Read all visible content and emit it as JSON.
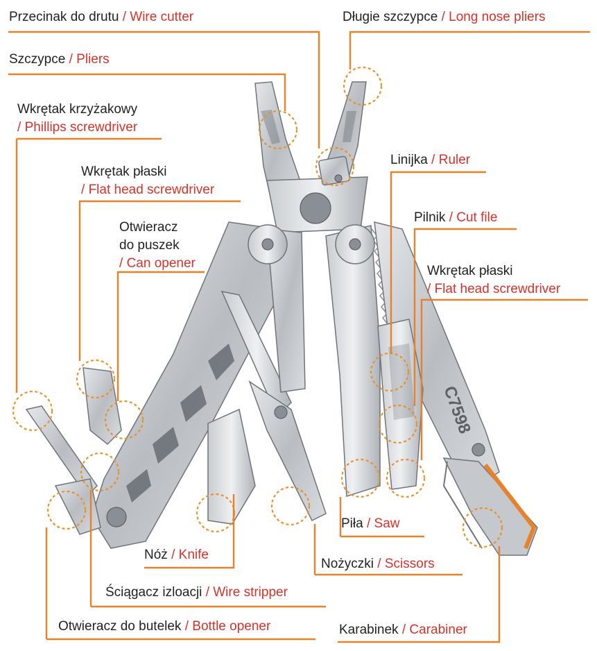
{
  "labels": {
    "wire_cutter": {
      "pl": "Przecinak do drutu",
      "en": "Wire cutter"
    },
    "long_nose": {
      "pl": "Długie szczypce",
      "en": "Long nose pliers"
    },
    "pliers": {
      "pl": "Szczypce",
      "en": "Pliers"
    },
    "phillips": {
      "pl": "Wkrętak krzyżakowy",
      "en": "Phillips screwdriver"
    },
    "flat_left": {
      "pl": "Wkrętak płaski",
      "en": "Flat head screwdriver"
    },
    "can_opener": {
      "pl1": "Otwieracz",
      "pl2": "do puszek",
      "en": "Can opener"
    },
    "ruler": {
      "pl": "Linijka",
      "en": "Ruler"
    },
    "cut_file": {
      "pl": "Pilnik",
      "en": "Cut file"
    },
    "flat_right": {
      "pl": "Wkrętak płaski",
      "en": "Flat head screwdriver"
    },
    "knife": {
      "pl": "Nóż",
      "en": "Knife"
    },
    "saw": {
      "pl": "Piła",
      "en": "Saw"
    },
    "scissors": {
      "pl": "Nożyczki",
      "en": "Scissors"
    },
    "wire_stripper": {
      "pl": "Ściągacz izloacji",
      "en": "Wire stripper"
    },
    "bottle_opener": {
      "pl": "Otwieracz do butelek",
      "en": "Bottle opener"
    },
    "carabiner": {
      "pl": "Karabinek",
      "en": "Carabiner"
    }
  },
  "separator": "/",
  "model_mark": "C7598",
  "colors": {
    "leader": "#e8822a",
    "english_text": "#d7322a",
    "polish_text": "#222222",
    "steel": "#c3c7cc"
  }
}
